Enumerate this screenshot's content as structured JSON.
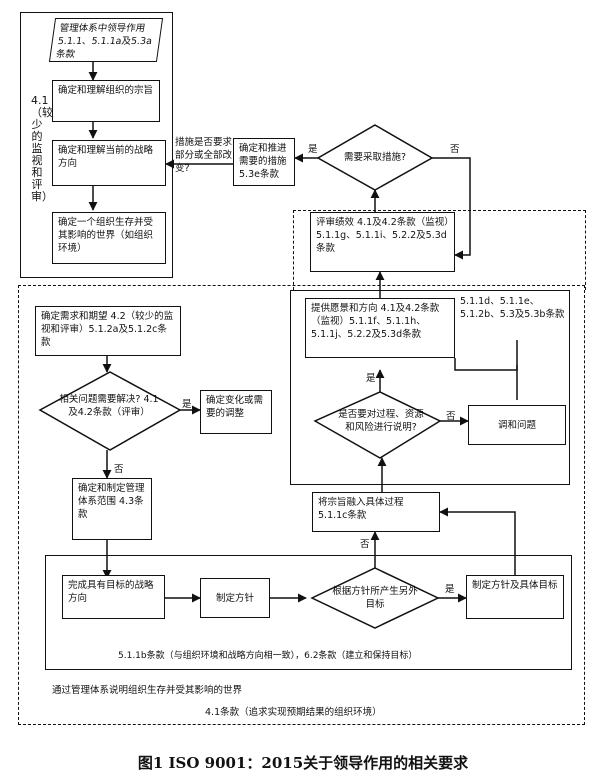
{
  "nodes": {
    "leadership_clauses": "管理体系中领导作用 5.1.1、5.1.1a及5.3a条款",
    "purpose": "确定和理解组织的宗旨",
    "strategic_direction": "确定和理解当前的战略方向",
    "world_affects": "确定一个组织生存并受其影响的世界（如组织环境）",
    "decision_actions": "需要采取措施?",
    "promote_measures": "确定和推进需要的措施 5.3e条款",
    "measures_question": "措施是否要求部分或全部改变?",
    "evaluate": "评审绩效 4.1及4.2条款（监视）5.1.1g、5.1.1i、5.2.2及5.3d条款",
    "vision": "提供愿景和方向 4.1及4.2条款（监视）5.1.1f、5.1.1h、5.1.1j、5.2.2及5.3d条款",
    "vision_clauses": "5.1.1d、5.1.1e、5.1.2b、5.3及5.3b条款",
    "needs_expectations": "确定需求和期望 4.2（较少的监视和评审）5.1.2a及5.1.2c条款",
    "issues_question": "相关问题需要解决? 4.1及4.2条款（评审）",
    "change_adjust": "确定变化或需要的调整",
    "process_question": "是否要对过程、资源和风险进行说明?",
    "coordinate": "调和问题",
    "scope": "确定和制定管理体系范围 4.3条款",
    "integrate": "将宗旨融入具体过程 5.1.1c条款",
    "complete_goals": "完成具有目标的战略方向",
    "set_policy": "制定方针",
    "other_goals_question": "根据方针所产生另外目标",
    "set_policy_goals": "制定方针及具体目标"
  },
  "labels": {
    "yes": "是",
    "no": "否",
    "side_vertical": "4.1（较少的监视和评审）",
    "bottom_clause": "5.1.1b条款（与组织环境和战略方向相一致），6.2条款（建立和保持目标）",
    "world_text": "通过管理体系说明组织生存并受其影响的世界",
    "env_text": "4.1条款（追求实现预期结果的组织环境）"
  },
  "caption": "图1  ISO 9001：2015关于领导作用的相关要求"
}
